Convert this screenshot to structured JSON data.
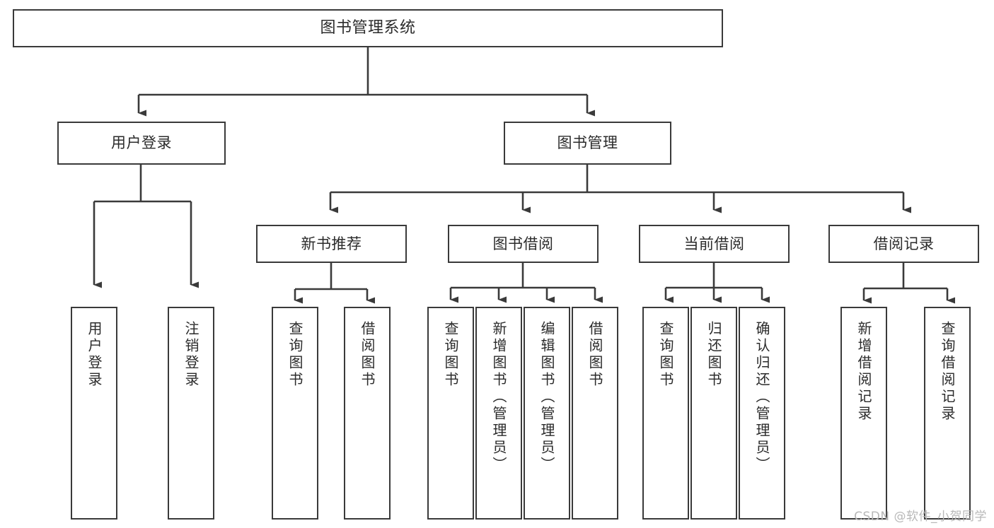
{
  "diagram": {
    "type": "tree",
    "title": "图书管理系统",
    "colors": {
      "background": "#ffffff",
      "node_border": "#3a3a3a",
      "node_fill": "#ffffff",
      "text": "#2b2b2b",
      "edge": "#3a3a3a",
      "watermark": "#b8b8b8"
    },
    "root": {
      "label": "图书管理系统"
    },
    "level1": [
      {
        "label": "用户登录"
      },
      {
        "label": "图书管理"
      }
    ],
    "level2": [
      {
        "label": "新书推荐"
      },
      {
        "label": "图书借阅"
      },
      {
        "label": "当前借阅"
      },
      {
        "label": "借阅记录"
      }
    ],
    "leaves": {
      "user_login": [
        {
          "label": "用户登录"
        },
        {
          "label": "注销登录"
        }
      ],
      "new_book_recommend": [
        {
          "label": "查询图书"
        },
        {
          "label": "借阅图书"
        }
      ],
      "book_borrow": [
        {
          "label": "查询图书"
        },
        {
          "label": "新增图书（管理员）"
        },
        {
          "label": "编辑图书（管理员）"
        },
        {
          "label": "借阅图书"
        }
      ],
      "current_borrow": [
        {
          "label": "查询图书"
        },
        {
          "label": "归还图书"
        },
        {
          "label": "确认归还（管理员）"
        }
      ],
      "borrow_record": [
        {
          "label": "新增借阅记录"
        },
        {
          "label": "查询借阅记录"
        }
      ]
    }
  },
  "watermark": {
    "text": "CSDN @软件_小贺同学"
  }
}
